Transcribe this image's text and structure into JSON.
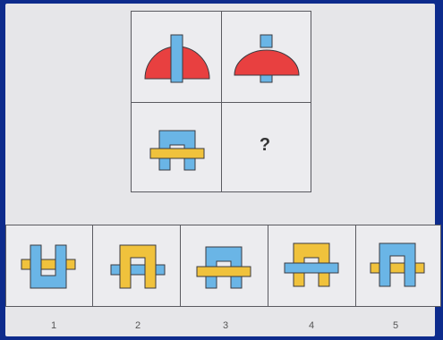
{
  "question_mark": "?",
  "options": [
    {
      "label": "1"
    },
    {
      "label": "2"
    },
    {
      "label": "3"
    },
    {
      "label": "4"
    },
    {
      "label": "5"
    }
  ],
  "colors": {
    "red": "#e84040",
    "blue": "#6ab5e6",
    "yellow": "#f0c23c",
    "outline": "#3a3a40"
  }
}
